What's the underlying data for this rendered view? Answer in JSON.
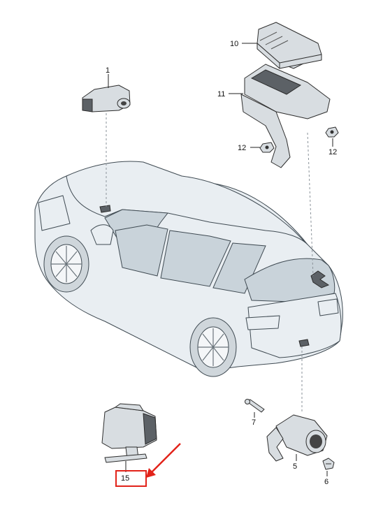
{
  "callouts": {
    "c1": "1",
    "c10": "10",
    "c11": "11",
    "c12a": "12",
    "c12b": "12",
    "c7": "7",
    "c5": "5",
    "c6": "6",
    "c15": "15"
  },
  "colors": {
    "highlight": "#e2231a",
    "vehicle_fill": "#e9eef2",
    "line": "#3f4a52"
  }
}
